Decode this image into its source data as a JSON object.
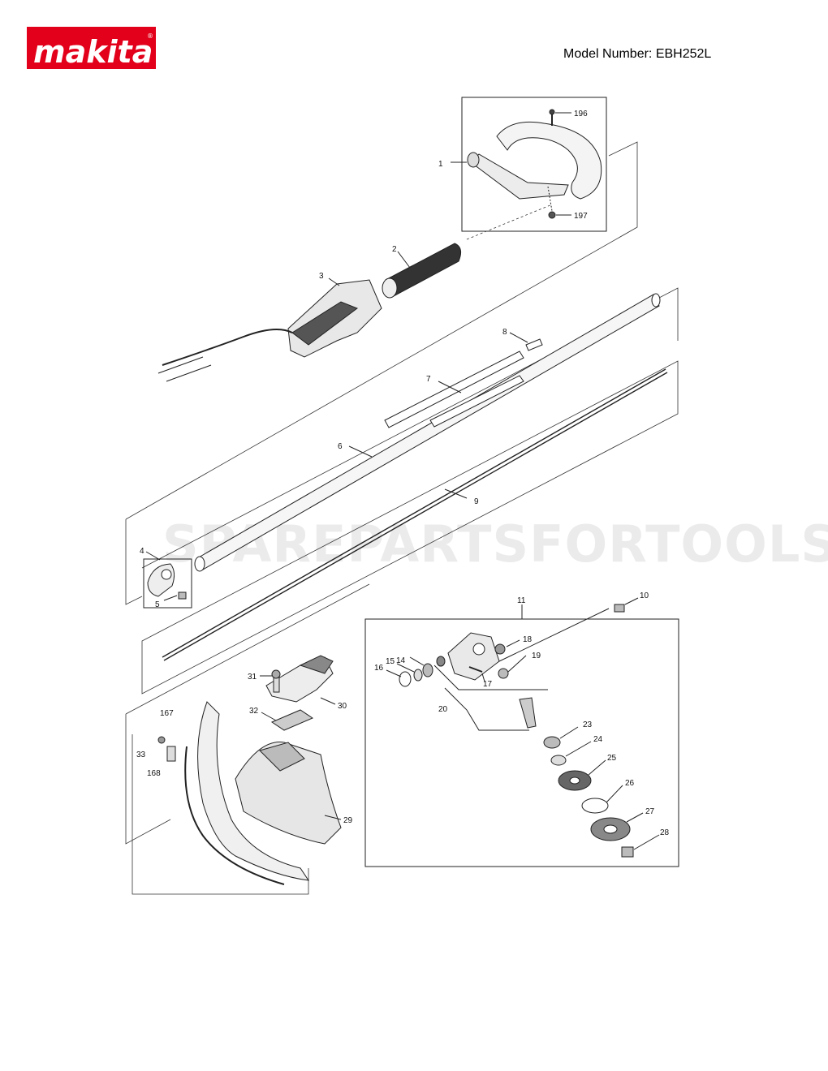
{
  "header": {
    "brand": "makita",
    "registered_mark": "®",
    "model_number": "Model Number: EBH252L",
    "brand_color": "#e2001a"
  },
  "watermark": "SPAREPARTSFORTOOLS.COM.AU",
  "callouts": {
    "c1": "1",
    "c2": "2",
    "c3": "3",
    "c4": "4",
    "c5": "5",
    "c6": "6",
    "c7": "7",
    "c8": "8",
    "c9": "9",
    "c10": "10",
    "c11": "11",
    "c14": "14",
    "c15": "15",
    "c16": "16",
    "c17": "17",
    "c18": "18",
    "c19": "19",
    "c20": "20",
    "c23": "23",
    "c24": "24",
    "c25": "25",
    "c26": "26",
    "c27": "27",
    "c28": "28",
    "c29": "29",
    "c30": "30",
    "c31": "31",
    "c32": "32",
    "c33": "33",
    "c167": "167",
    "c168": "168",
    "c196": "196",
    "c197": "197"
  }
}
